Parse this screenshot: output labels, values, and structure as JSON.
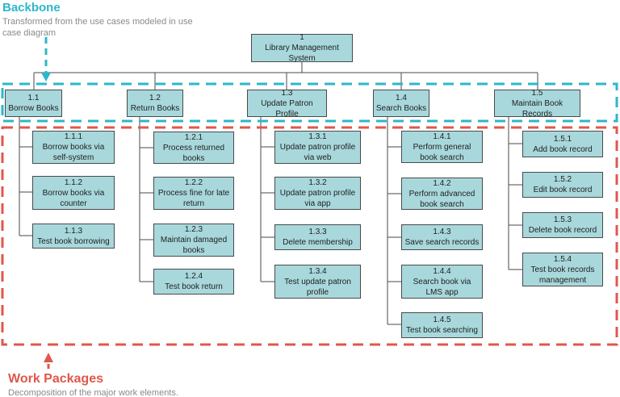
{
  "colors": {
    "node-fill": "#a8d8dc",
    "node-border": "#4a4a4a",
    "line": "#4a4a4a",
    "backbone-accent": "#2cb7ca",
    "work-accent": "#e0574b",
    "muted-text": "#8a8a8a",
    "node-text": "#1f1f1f"
  },
  "annotations": {
    "backbone": {
      "title": "Backbone",
      "subtitle": "Transformed from the use cases modeled in use case diagram"
    },
    "work_packages": {
      "title": "Work Packages",
      "subtitle": "Decomposition of the major work elements."
    }
  },
  "tree": {
    "root": {
      "id": "1",
      "label": "Library Management System"
    },
    "branches": [
      {
        "id": "1.1",
        "label": "Borrow Books",
        "children": [
          {
            "id": "1.1.1",
            "label": "Borrow books via self-system"
          },
          {
            "id": "1.1.2",
            "label": "Borrow books via counter"
          },
          {
            "id": "1.1.3",
            "label": "Test book borrowing"
          }
        ]
      },
      {
        "id": "1.2",
        "label": "Return Books",
        "children": [
          {
            "id": "1.2.1",
            "label": "Process returned books"
          },
          {
            "id": "1.2.2",
            "label": "Process fine for late return"
          },
          {
            "id": "1.2.3",
            "label": "Maintain damaged books"
          },
          {
            "id": "1.2.4",
            "label": "Test book return"
          }
        ]
      },
      {
        "id": "1.3",
        "label": "Update Patron Profile",
        "children": [
          {
            "id": "1.3.1",
            "label": "Update patron profile via web"
          },
          {
            "id": "1.3.2",
            "label": "Update patron profile via app"
          },
          {
            "id": "1.3.3",
            "label": "Delete membership"
          },
          {
            "id": "1.3.4",
            "label": "Test update patron profile"
          }
        ]
      },
      {
        "id": "1.4",
        "label": "Search Books",
        "children": [
          {
            "id": "1.4.1",
            "label": "Perform general book search"
          },
          {
            "id": "1.4.2",
            "label": "Perform advanced book search"
          },
          {
            "id": "1.4.3",
            "label": "Save search records"
          },
          {
            "id": "1.4.4",
            "label": "Search book via LMS app"
          },
          {
            "id": "1.4.5",
            "label": "Test book searching"
          }
        ]
      },
      {
        "id": "1.5",
        "label": "Maintain Book Records",
        "children": [
          {
            "id": "1.5.1",
            "label": "Add book record"
          },
          {
            "id": "1.5.2",
            "label": "Edit book record"
          },
          {
            "id": "1.5.3",
            "label": "Delete book record"
          },
          {
            "id": "1.5.4",
            "label": "Test book records management"
          }
        ]
      }
    ]
  }
}
